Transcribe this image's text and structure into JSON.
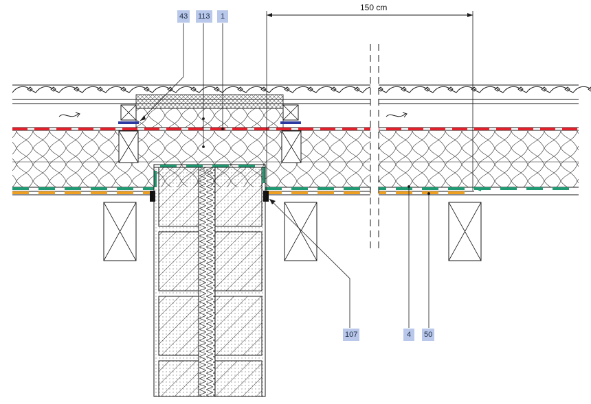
{
  "dimension": {
    "text": "150 cm"
  },
  "labels": {
    "l43": "43",
    "l113": "113",
    "l1": "1",
    "l107": "107",
    "l4": "4",
    "l50": "50"
  },
  "colors": {
    "line": "#1a1a1a",
    "red_membrane": "#e0202a",
    "green_membrane": "#1f9a73",
    "orange_layer": "#f0a020",
    "blue_strip": "#2c3aa0",
    "label_bg": "#b9c8ea"
  }
}
